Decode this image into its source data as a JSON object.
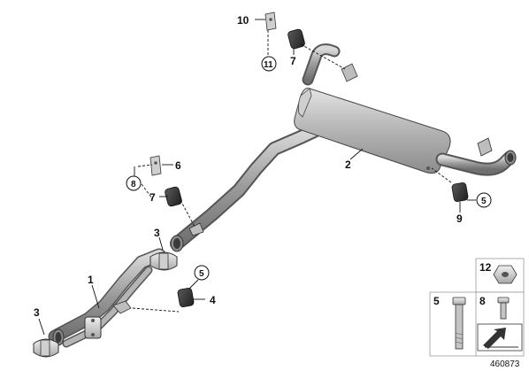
{
  "diagram": {
    "callouts": {
      "c1": "1",
      "c2": "2",
      "c3a": "3",
      "c3b": "3",
      "c4": "4",
      "c5a": "5",
      "c5b": "5",
      "c6": "6",
      "c7a": "7",
      "c7b": "7",
      "c8": "8",
      "c9": "9",
      "c10": "10",
      "c11": "11"
    },
    "legend": {
      "l12": "12",
      "l5": "5",
      "l8": "8"
    },
    "reference_number": "460873",
    "colors": {
      "metal_dark": "#8a8a8a",
      "metal_mid": "#b4b4b4",
      "metal_light": "#dcdcdc",
      "rubber": "#3a3a3a",
      "line": "#111111"
    }
  }
}
